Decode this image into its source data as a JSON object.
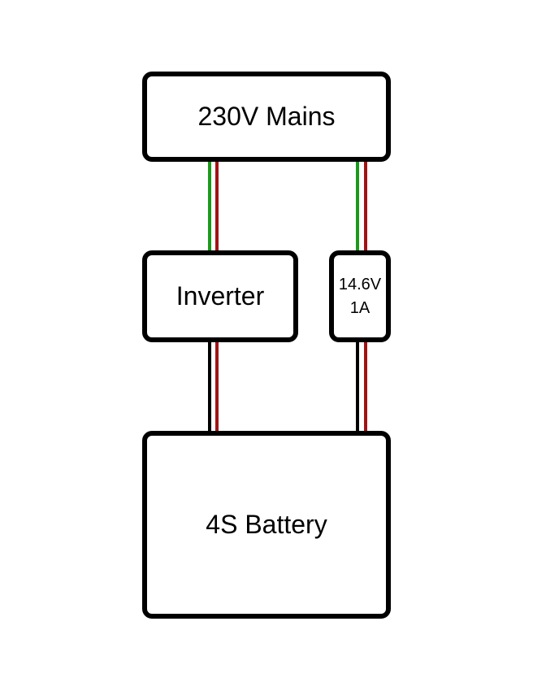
{
  "diagram": {
    "blocks": {
      "mains": {
        "label": "230V Mains"
      },
      "inverter": {
        "label": "Inverter"
      },
      "charger": {
        "line1": "14.6V",
        "line2": "1A"
      },
      "battery": {
        "label": "4S Battery"
      }
    },
    "wire_colors": {
      "earth": "#1a9a1a",
      "live": "#a01414",
      "neutral": "#000000"
    },
    "connections": [
      {
        "from": "mains",
        "to": "inverter",
        "wires": [
          "earth",
          "live"
        ]
      },
      {
        "from": "mains",
        "to": "charger",
        "wires": [
          "earth",
          "live"
        ]
      },
      {
        "from": "inverter",
        "to": "battery",
        "wires": [
          "neutral",
          "live"
        ]
      },
      {
        "from": "charger",
        "to": "battery",
        "wires": [
          "neutral",
          "live"
        ]
      }
    ]
  }
}
